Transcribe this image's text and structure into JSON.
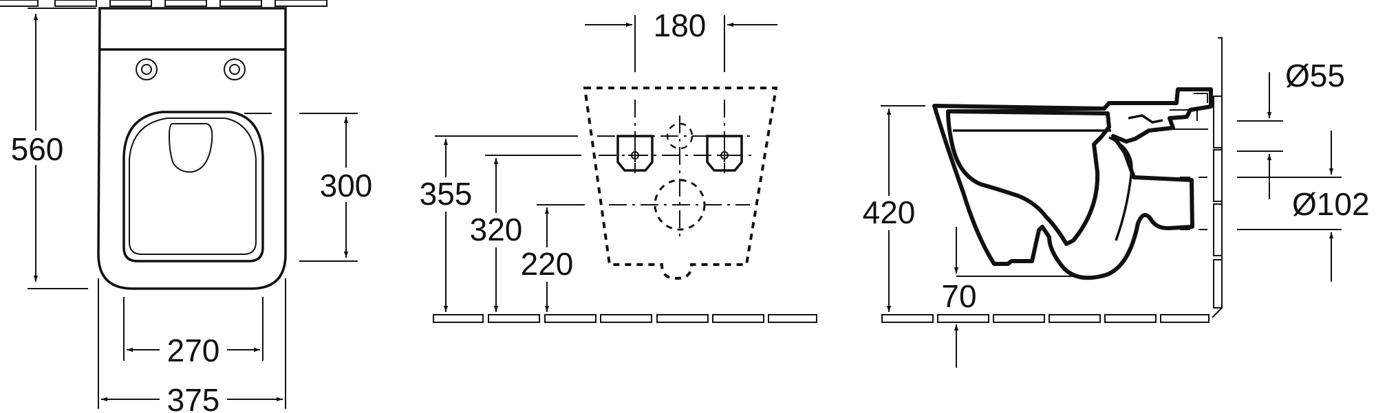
{
  "drawing": {
    "plan_view": {
      "height_label": "560",
      "seat_depth_label": "300",
      "seat_width_label": "270",
      "overall_width_label": "375"
    },
    "front_view": {
      "fixing_spacing_label": "180",
      "fixing_height_label": "355",
      "upper_connection_label": "320",
      "lower_connection_label": "220"
    },
    "side_view": {
      "inlet_diameter_label": "Ø55",
      "outlet_diameter_label": "Ø102",
      "rim_height_label": "420",
      "floor_offset_label": "70"
    }
  }
}
